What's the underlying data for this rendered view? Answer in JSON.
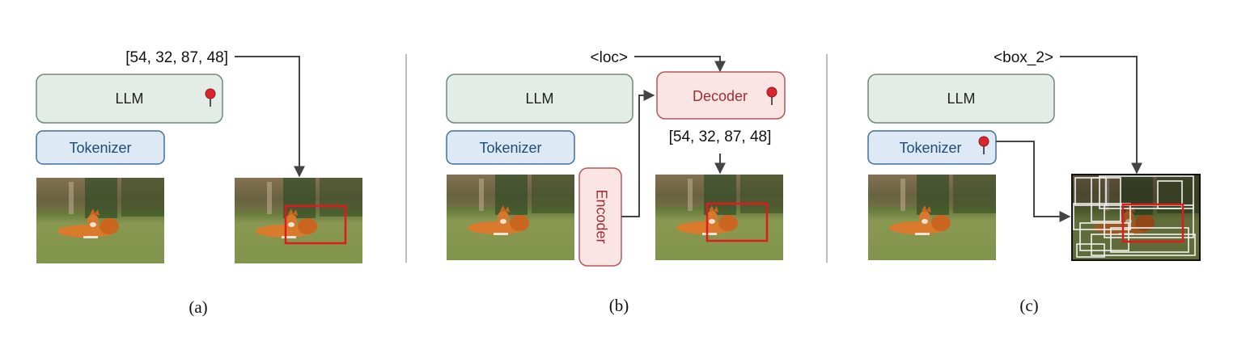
{
  "panels": [
    {
      "id": "a",
      "caption": "(a)",
      "output_text": "[54, 32, 87, 48]",
      "llm_label": "LLM",
      "tokenizer_label": "Tokenizer",
      "llm_pinned": true
    },
    {
      "id": "b",
      "caption": "(b)",
      "output_text": "<loc>",
      "llm_label": "LLM",
      "tokenizer_label": "Tokenizer",
      "decoder_label": "Decoder",
      "encoder_label": "Encoder",
      "decoder_output_text": "[54, 32, 87, 48]",
      "decoder_pinned": true
    },
    {
      "id": "c",
      "caption": "(c)",
      "output_text": "<box_2>",
      "llm_label": "LLM",
      "tokenizer_label": "Tokenizer",
      "tokenizer_pinned": true
    }
  ],
  "colors": {
    "llm_fill": "#e3ece6",
    "llm_stroke": "#6e8a78",
    "tokenizer_fill": "#dde9f4",
    "tokenizer_stroke": "#3f6f98",
    "tokenizer_text": "#1f4d77",
    "decoder_fill": "#fbe4e4",
    "decoder_stroke": "#b5575a",
    "decoder_text": "#9a3035",
    "box_red": "#e01b1b",
    "arrow": "#444444",
    "divider": "#bdbdbd",
    "pin": "#d9262d"
  }
}
